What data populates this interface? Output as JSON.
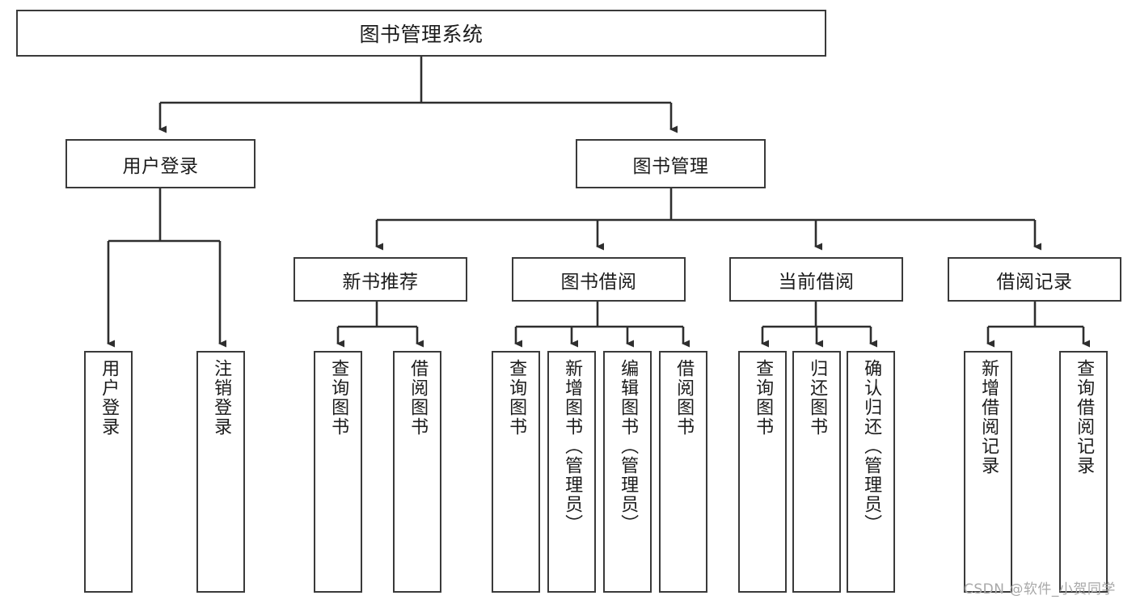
{
  "diagram": {
    "type": "tree-hierarchy",
    "title": "图书管理系统",
    "root": {
      "label": "图书管理系统"
    },
    "level1": [
      {
        "id": "user-login",
        "label": "用户登录"
      },
      {
        "id": "book-management",
        "label": "图书管理"
      }
    ],
    "level2": [
      {
        "id": "new-book-recommend",
        "label": "新书推荐",
        "parent": "book-management"
      },
      {
        "id": "book-borrow",
        "label": "图书借阅",
        "parent": "book-management"
      },
      {
        "id": "current-borrow",
        "label": "当前借阅",
        "parent": "book-management"
      },
      {
        "id": "borrow-record",
        "label": "借阅记录",
        "parent": "book-management"
      }
    ],
    "leaves": [
      {
        "id": "leaf-user-login",
        "label": "用户登录",
        "parent": "user-login"
      },
      {
        "id": "leaf-logout",
        "label": "注销登录",
        "parent": "user-login"
      },
      {
        "id": "leaf-query-book-1",
        "label": "查询图书",
        "parent": "new-book-recommend"
      },
      {
        "id": "leaf-borrow-book-1",
        "label": "借阅图书",
        "parent": "new-book-recommend"
      },
      {
        "id": "leaf-query-book-2",
        "label": "查询图书",
        "parent": "book-borrow"
      },
      {
        "id": "leaf-add-book",
        "label": "新增图书（管理员）",
        "parent": "book-borrow"
      },
      {
        "id": "leaf-edit-book",
        "label": "编辑图书（管理员）",
        "parent": "book-borrow"
      },
      {
        "id": "leaf-borrow-book-2",
        "label": "借阅图书",
        "parent": "book-borrow"
      },
      {
        "id": "leaf-query-book-3",
        "label": "查询图书",
        "parent": "current-borrow"
      },
      {
        "id": "leaf-return-book",
        "label": "归还图书",
        "parent": "current-borrow"
      },
      {
        "id": "leaf-confirm-return",
        "label": "确认归还（管理员）",
        "parent": "current-borrow"
      },
      {
        "id": "leaf-add-record",
        "label": "新增借阅记录",
        "parent": "borrow-record"
      },
      {
        "id": "leaf-query-record",
        "label": "查询借阅记录",
        "parent": "borrow-record"
      }
    ],
    "colors": {
      "border": "#3a3a3a",
      "background": "#ffffff",
      "text": "#1c1c1c",
      "watermark": "#a8a8a8"
    }
  },
  "watermark": {
    "text": "CSDN @软件_小贺同学"
  }
}
